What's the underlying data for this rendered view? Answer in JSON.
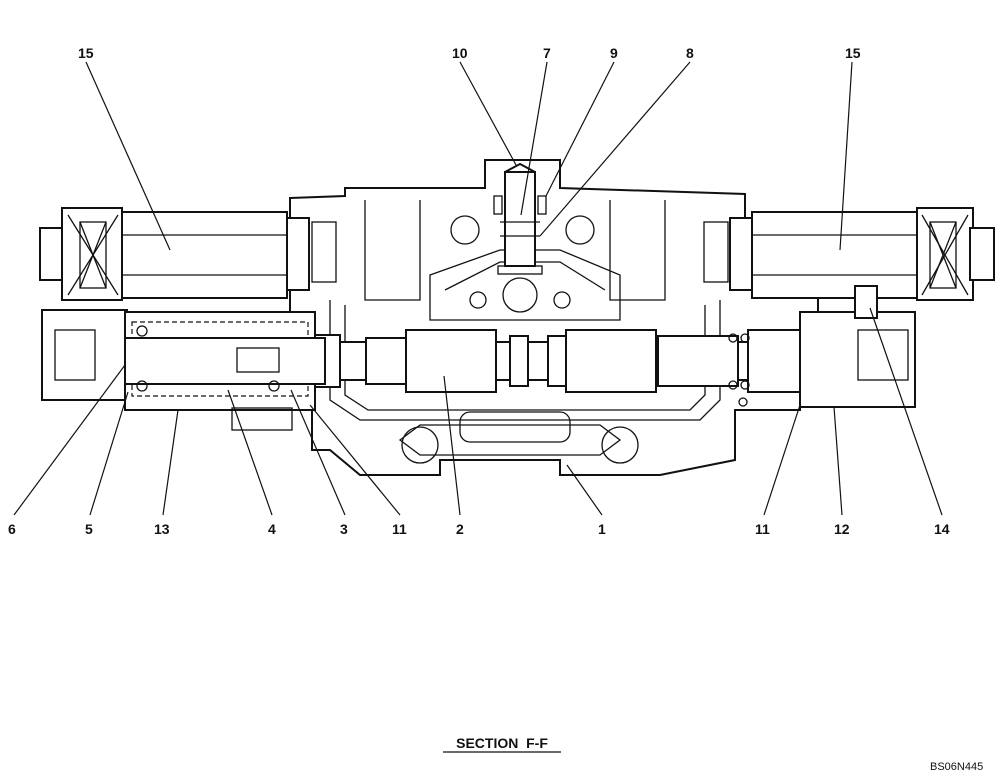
{
  "figure": {
    "section_title": "SECTION  F-F",
    "drawing_code": "BS06N445"
  },
  "callouts": {
    "top_left_15": "15",
    "top_10": "10",
    "top_7": "7",
    "top_9": "9",
    "top_8": "8",
    "top_right_15": "15",
    "bottom_6": "6",
    "bottom_5": "5",
    "bottom_13": "13",
    "bottom_4": "4",
    "bottom_3": "3",
    "bottom_left_11": "11",
    "bottom_2": "2",
    "bottom_1": "1",
    "bottom_right_11": "11",
    "bottom_12": "12",
    "bottom_14": "14"
  }
}
